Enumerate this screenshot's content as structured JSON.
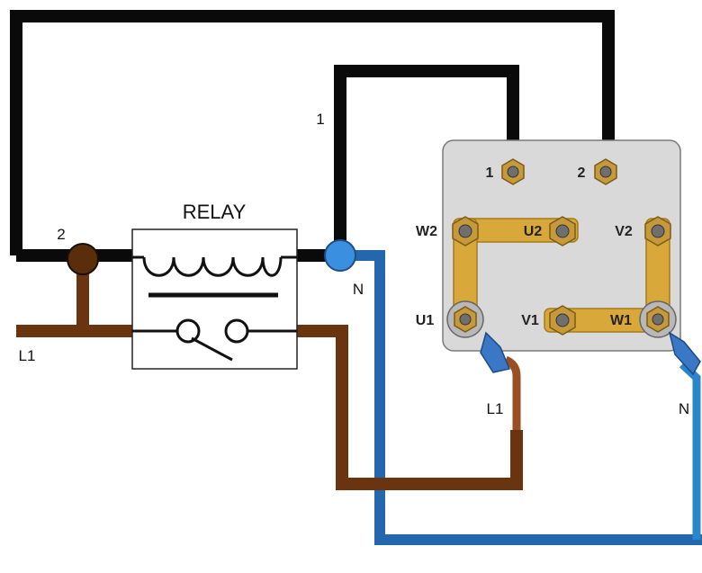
{
  "colors": {
    "wire_black": "#0a0a0a",
    "wire_brown": "#6b3410",
    "wire_blue": "#2467ac",
    "junction_brown": "#5a2d0c",
    "junction_blue": "#3b8fe0",
    "terminal_box": "#d9d9d9",
    "bridge_gold": "#d8a93a",
    "lug_blue": "#3a77c4"
  },
  "relay": {
    "title": "RELAY",
    "coil_icon": "coil-icon",
    "contact_icon": "normally-open-contact-icon"
  },
  "wire_labels": {
    "coil_wire_1": "1",
    "coil_wire_2": "2",
    "supply_line": "L1",
    "neutral_junction": "N",
    "motor_line": "L1",
    "motor_neutral": "N"
  },
  "terminal_box": {
    "control_terminals": [
      "1",
      "2"
    ],
    "motor_terminals": [
      "W2",
      "U2",
      "V2",
      "U1",
      "V1",
      "W1"
    ]
  }
}
